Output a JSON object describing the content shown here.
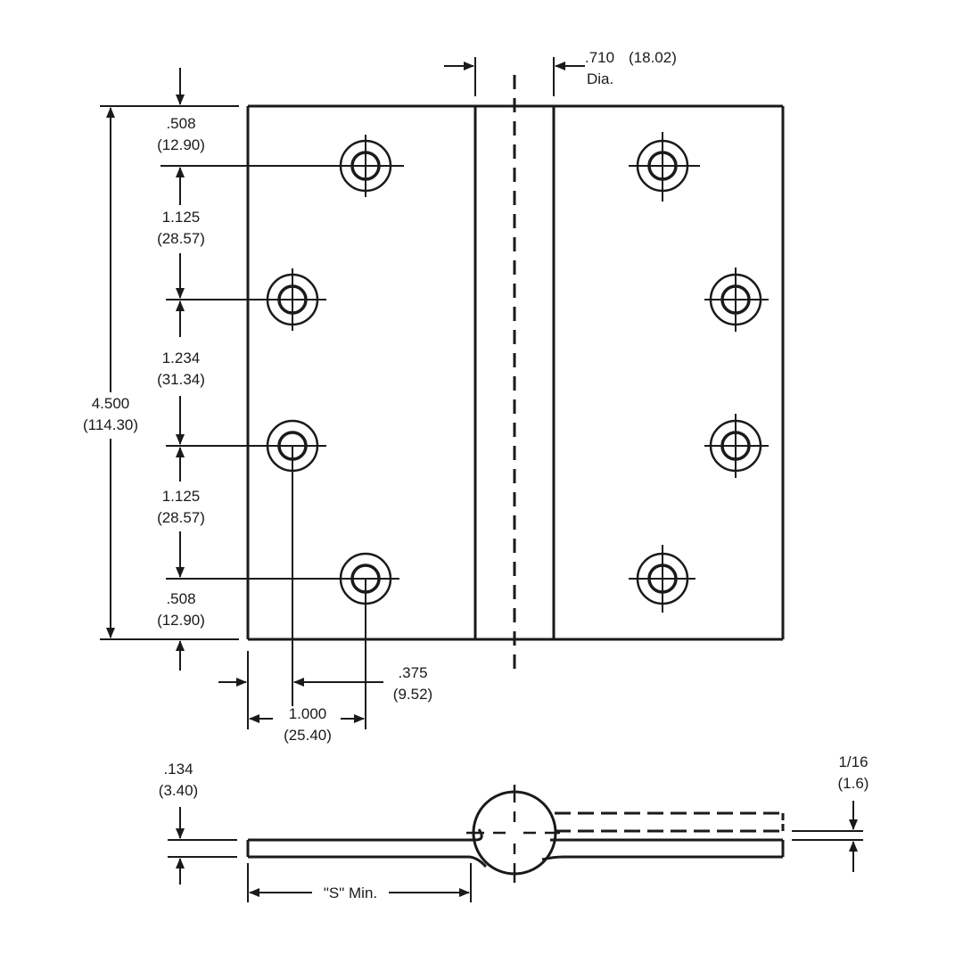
{
  "drawing": {
    "pin": {
      "value": ".710",
      "metric": "(18.02)",
      "note": "Dia."
    },
    "top_offset": {
      "value": ".508",
      "metric": "(12.90)"
    },
    "spacing_1": {
      "value": "1.125",
      "metric": "(28.57)"
    },
    "spacing_2": {
      "value": "1.234",
      "metric": "(31.34)"
    },
    "spacing_3": {
      "value": "1.125",
      "metric": "(28.57)"
    },
    "bottom_offset": {
      "value": ".508",
      "metric": "(12.90)"
    },
    "overall_height": {
      "value": "4.500",
      "metric": "(114.30)"
    },
    "edge_to_hole": {
      "value": ".375",
      "metric": "(9.52)"
    },
    "hole_stagger": {
      "value": "1.000",
      "metric": "(25.40)"
    },
    "thickness": {
      "value": ".134",
      "metric": "(3.40)"
    },
    "clearance": {
      "value": "1/16",
      "metric": "(1.6)"
    },
    "s_min": "\"S\" Min."
  },
  "line_color": "#1a1a1a"
}
